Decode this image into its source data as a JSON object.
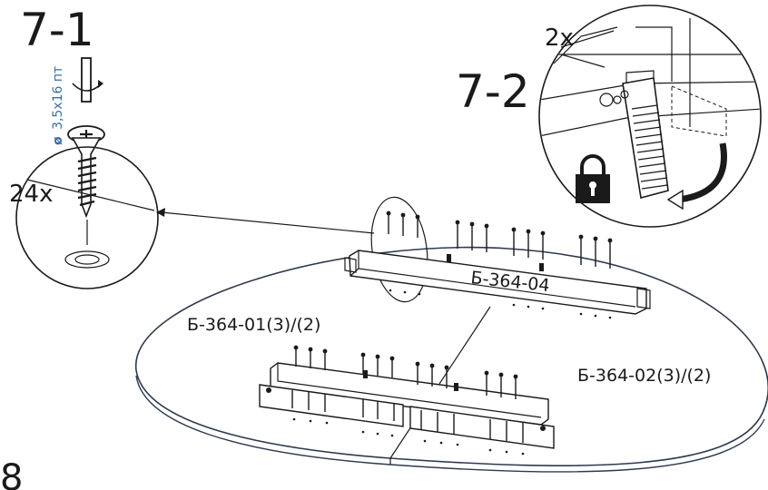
{
  "steps": {
    "step_1": "7-1",
    "step_2": "7-2",
    "page_number": "8"
  },
  "screw": {
    "diameter_symbol": "ø",
    "spec": "3,5x16 пт",
    "quantity": "24x"
  },
  "lock": {
    "quantity": "2x"
  },
  "parts": {
    "center_rail": "Б-364-04",
    "left_panel": "Б-364-01(3)/(2)",
    "right_panel": "Б-364-02(3)/(2)"
  },
  "colors": {
    "ink": "#1a1a1a",
    "accent_blue": "#3a6ea5",
    "panel_edge": "#2f3a4f"
  },
  "icons": [
    "screwdriver-rotate-icon",
    "screw-icon",
    "padlock-icon",
    "rotate-arrow-icon"
  ]
}
